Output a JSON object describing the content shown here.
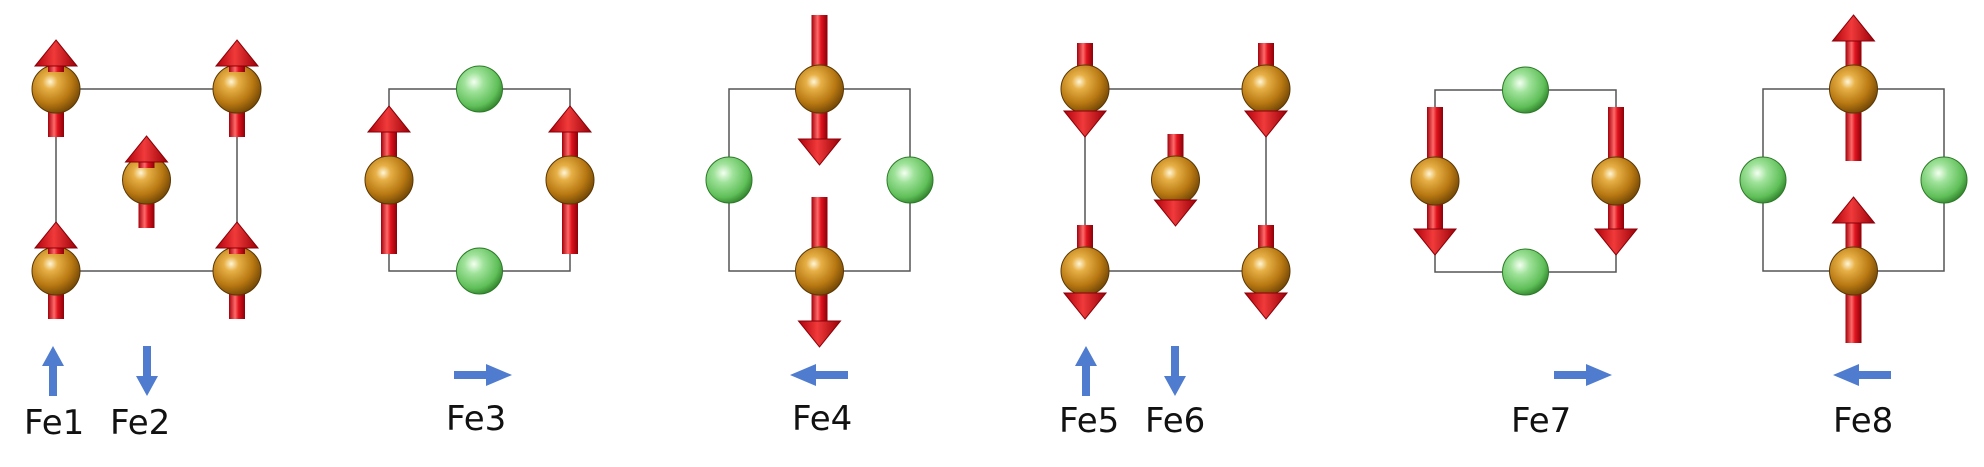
{
  "labels": {
    "fe1": "Fe1",
    "fe2": "Fe2",
    "fe3": "Fe3",
    "fe4": "Fe4",
    "fe5": "Fe5",
    "fe6": "Fe6",
    "fe7": "Fe7",
    "fe8": "Fe8"
  },
  "colors": {
    "fe_atom": "#c98a1c",
    "ligand_atom": "#7fd27a",
    "spin_arrow": "#e0141e",
    "direction_arrow": "#4f7ccf",
    "cell_edge": "#555555"
  },
  "panels": [
    {
      "moment": "up",
      "atoms": "corners-center",
      "direction_arrows": [
        "up",
        "down"
      ],
      "labels": [
        "Fe1",
        "Fe2"
      ]
    },
    {
      "moment": "up",
      "atoms": "side-centers",
      "direction_arrows": [
        "right"
      ],
      "labels": [
        "Fe3"
      ]
    },
    {
      "moment": "down",
      "atoms": "top-bottom",
      "direction_arrows": [
        "left"
      ],
      "labels": [
        "Fe4"
      ]
    },
    {
      "moment": "down",
      "atoms": "corners-center",
      "direction_arrows": [
        "up",
        "down"
      ],
      "labels": [
        "Fe5",
        "Fe6"
      ]
    },
    {
      "moment": "down",
      "atoms": "side-centers",
      "direction_arrows": [
        "right"
      ],
      "labels": [
        "Fe7"
      ]
    },
    {
      "moment": "up",
      "atoms": "top-bottom",
      "direction_arrows": [
        "left"
      ],
      "labels": [
        "Fe8"
      ]
    }
  ]
}
